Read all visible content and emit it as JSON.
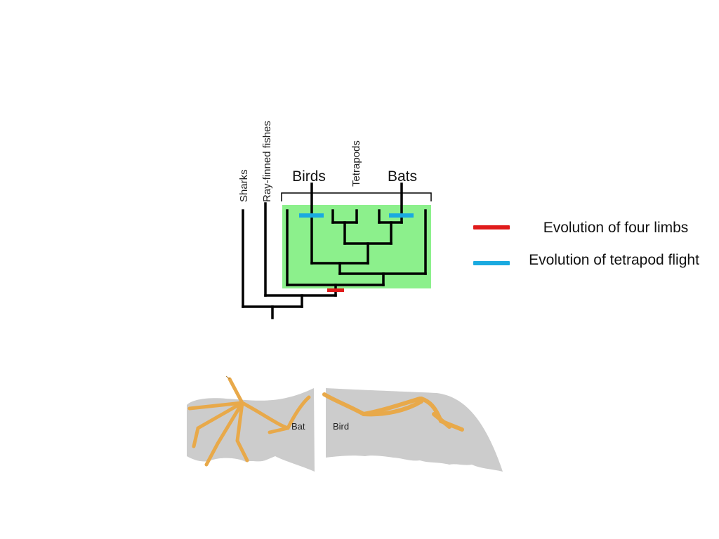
{
  "tree": {
    "taxa": {
      "sharks": "Sharks",
      "ray_finned_fishes": "Ray-finned fishes",
      "tetrapods": "Tetrapods"
    },
    "clade_labels": {
      "birds": "Birds",
      "bats": "Bats"
    },
    "highlight_color": "#8cf08c",
    "branch_color": "#000000"
  },
  "legend": {
    "items": [
      {
        "label": "Evolution of four limbs",
        "color": "#e01b1b"
      },
      {
        "label": "Evolution of tetrapod flight",
        "color": "#1aaae0"
      }
    ]
  },
  "wings": {
    "bat_label": "Bat",
    "bird_label": "Bird",
    "membrane_color": "#cccccc",
    "bone_color": "#e8a94a"
  }
}
